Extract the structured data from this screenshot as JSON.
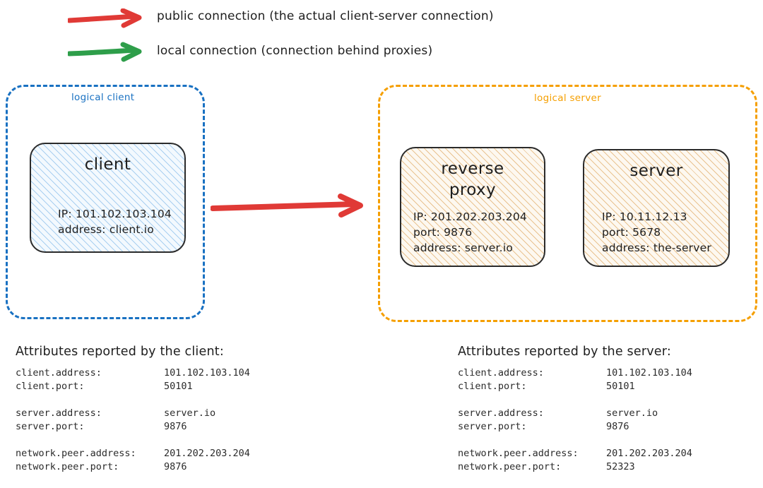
{
  "legend": {
    "items": [
      {
        "icon": "red-arrow-icon",
        "color": "#e03a36",
        "label": "public connection (the actual client-server connection)"
      },
      {
        "icon": "green-arrow-icon",
        "color": "#2e9e4a",
        "label": "local connection (connection behind proxies)"
      }
    ]
  },
  "diagram": {
    "logical_client": {
      "label": "logical client",
      "color": "#1971c2",
      "node": {
        "title": "client",
        "lines": [
          "IP: 101.102.103.104",
          "address: client.io"
        ]
      }
    },
    "logical_server": {
      "label": "logical server",
      "color": "#f59f00",
      "nodes": [
        {
          "title": "reverse proxy",
          "title_lines": [
            "reverse",
            "proxy"
          ],
          "lines": [
            "IP: 201.202.203.204",
            "port: 9876",
            "address: server.io"
          ]
        },
        {
          "title": "server",
          "title_lines": [
            "server"
          ],
          "lines": [
            "IP: 10.11.12.13",
            "port: 5678",
            "address: the-server"
          ]
        }
      ]
    },
    "connection_arrow": {
      "icon": "red-arrow-icon",
      "color": "#e03a36",
      "from": "client",
      "to": "reverse proxy"
    }
  },
  "attributes_client": {
    "heading": "Attributes reported by the client:",
    "groups": [
      [
        {
          "key": "client.address:",
          "value": "101.102.103.104"
        },
        {
          "key": "client.port:",
          "value": "50101"
        }
      ],
      [
        {
          "key": "server.address:",
          "value": "server.io"
        },
        {
          "key": "server.port:",
          "value": "9876"
        }
      ],
      [
        {
          "key": "network.peer.address:",
          "value": "201.202.203.204"
        },
        {
          "key": "network.peer.port:",
          "value": "9876"
        }
      ]
    ]
  },
  "attributes_server": {
    "heading": "Attributes reported by the server:",
    "groups": [
      [
        {
          "key": "client.address:",
          "value": "101.102.103.104"
        },
        {
          "key": "client.port:",
          "value": "50101"
        }
      ],
      [
        {
          "key": "server.address:",
          "value": "server.io"
        },
        {
          "key": "server.port:",
          "value": "9876"
        }
      ],
      [
        {
          "key": "network.peer.address:",
          "value": "201.202.203.204"
        },
        {
          "key": "network.peer.port:",
          "value": "52323"
        }
      ]
    ]
  }
}
